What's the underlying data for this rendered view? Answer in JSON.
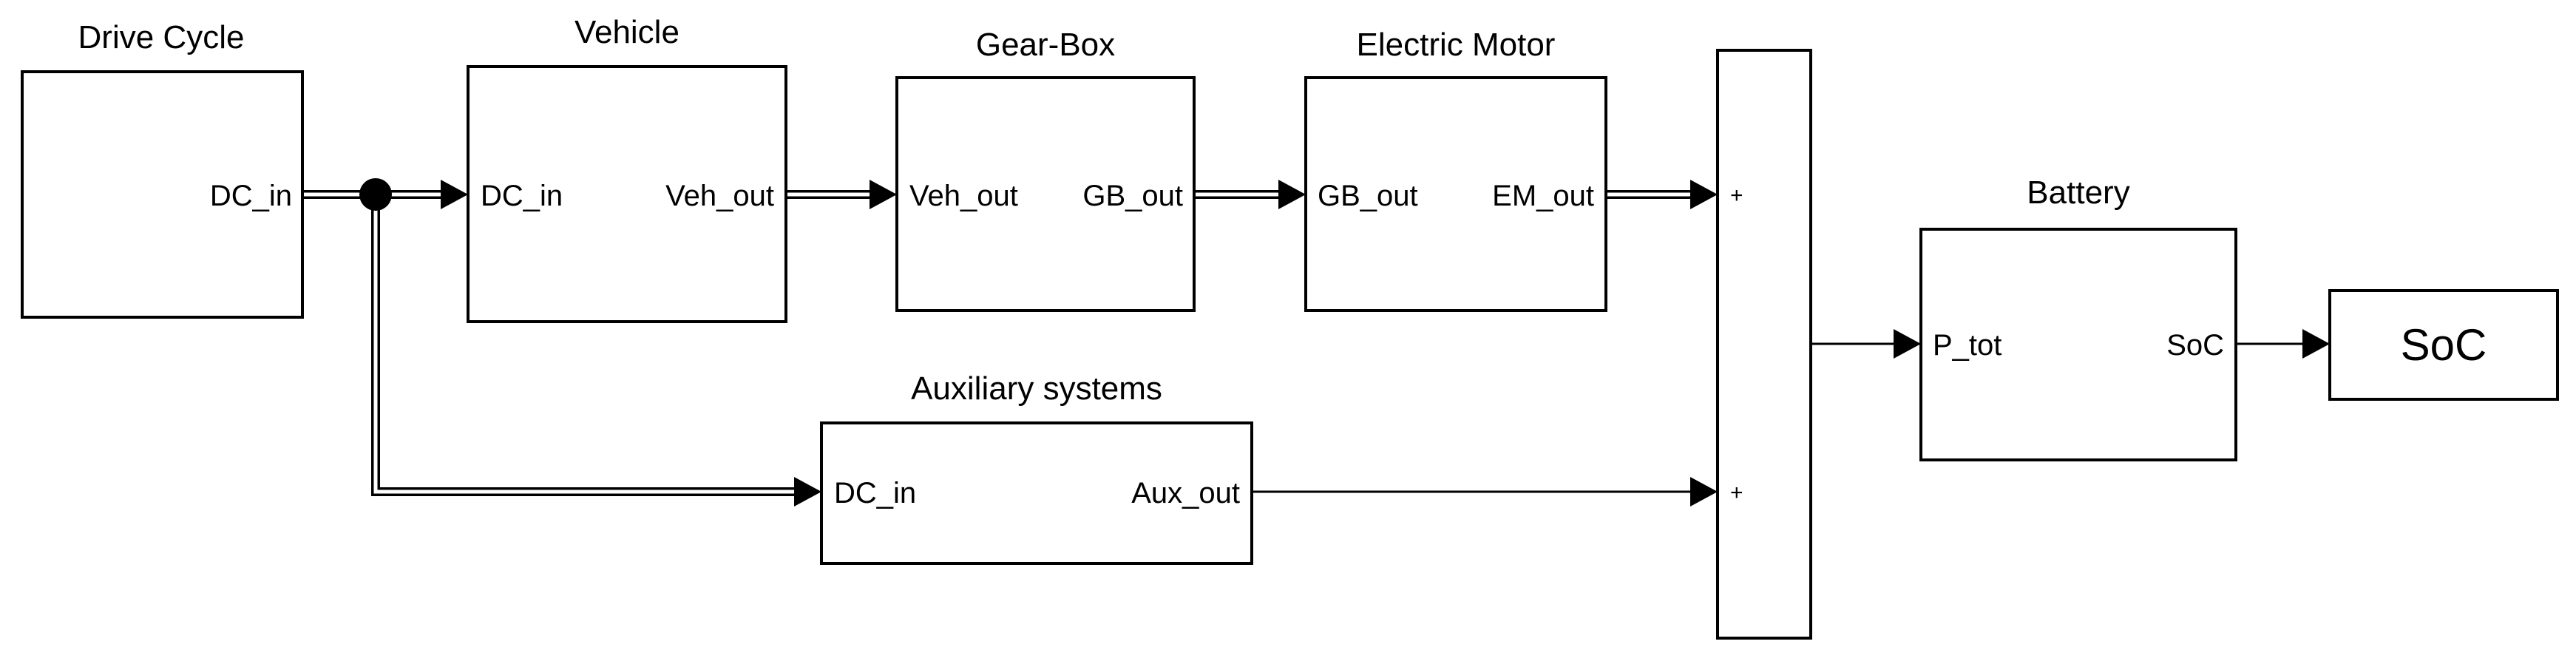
{
  "blocks": {
    "drive_cycle": {
      "title": "Drive Cycle",
      "out_port": "DC_in"
    },
    "vehicle": {
      "title": "Vehicle",
      "in_port": "DC_in",
      "out_port": "Veh_out"
    },
    "gearbox": {
      "title": "Gear-Box",
      "in_port": "Veh_out",
      "out_port": "GB_out"
    },
    "electric_motor": {
      "title": "Electric Motor",
      "in_port": "GB_out",
      "out_port": "EM_out"
    },
    "auxiliary": {
      "title": "Auxiliary systems",
      "in_port": "DC_in",
      "out_port": "Aux_out"
    },
    "sum": {
      "sign_top": "+",
      "sign_bottom": "+"
    },
    "battery": {
      "title": "Battery",
      "in_port": "P_tot",
      "out_port": "SoC"
    },
    "soc_display": {
      "label": "SoC"
    }
  }
}
